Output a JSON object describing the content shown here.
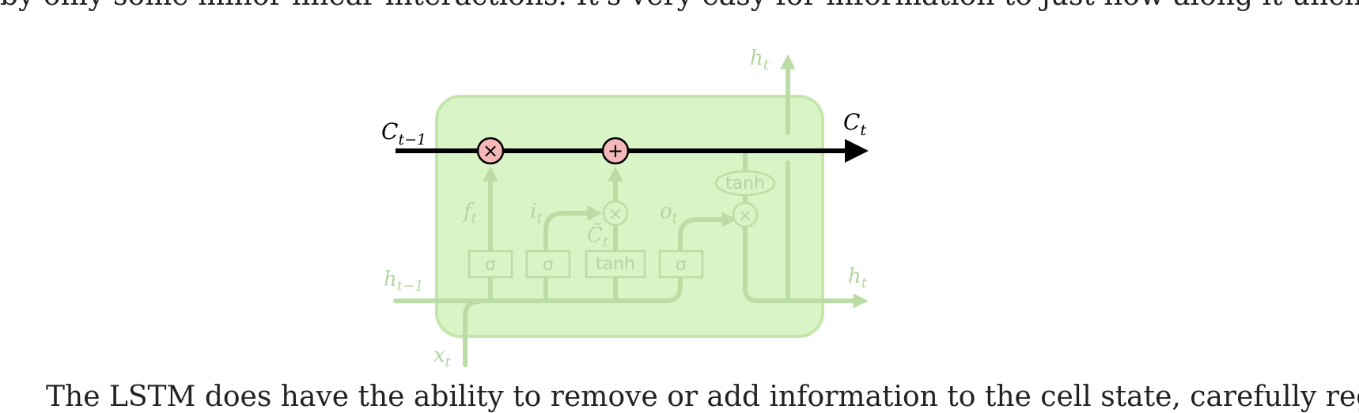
{
  "text": {
    "top_fragment": "by only some minor linear interactions. It's very easy for information to just flow along it unchanged.",
    "bottom_fragment": "The LSTM does have the ability to remove or add information to the cell state, carefully regulated"
  },
  "diagram": {
    "labels": {
      "c_prev": "C",
      "c_prev_sub": "t−1",
      "c_t": "C",
      "c_t_sub": "t",
      "h_prev": "h",
      "h_prev_sub": "t−1",
      "h_t_top": "h",
      "h_t_top_sub": "t",
      "h_t_right": "h",
      "h_t_right_sub": "t",
      "x_t": "x",
      "x_t_sub": "t",
      "f_t": "f",
      "f_t_sub": "t",
      "i_t": "i",
      "i_t_sub": "t",
      "o_t": "o",
      "o_t_sub": "t",
      "c_tilde": "C̃",
      "c_tilde_sub": "t"
    },
    "boxes": {
      "sigma_1": "σ",
      "sigma_2": "σ",
      "tanh_box": "tanh",
      "sigma_3": "σ",
      "tanh_oval": "tanh"
    },
    "ops": {
      "mult_forget": "×",
      "add_input": "+",
      "mult_input": "×",
      "mult_output": "×"
    },
    "colors": {
      "cell_fill": "#d9f5c5",
      "cell_stroke": "#c3e6ab",
      "faded_line": "#bcdca6",
      "faded_text": "#b5d5a0",
      "highlight_op_fill": "#f4b8b8",
      "cell_state_line": "#000000"
    }
  }
}
